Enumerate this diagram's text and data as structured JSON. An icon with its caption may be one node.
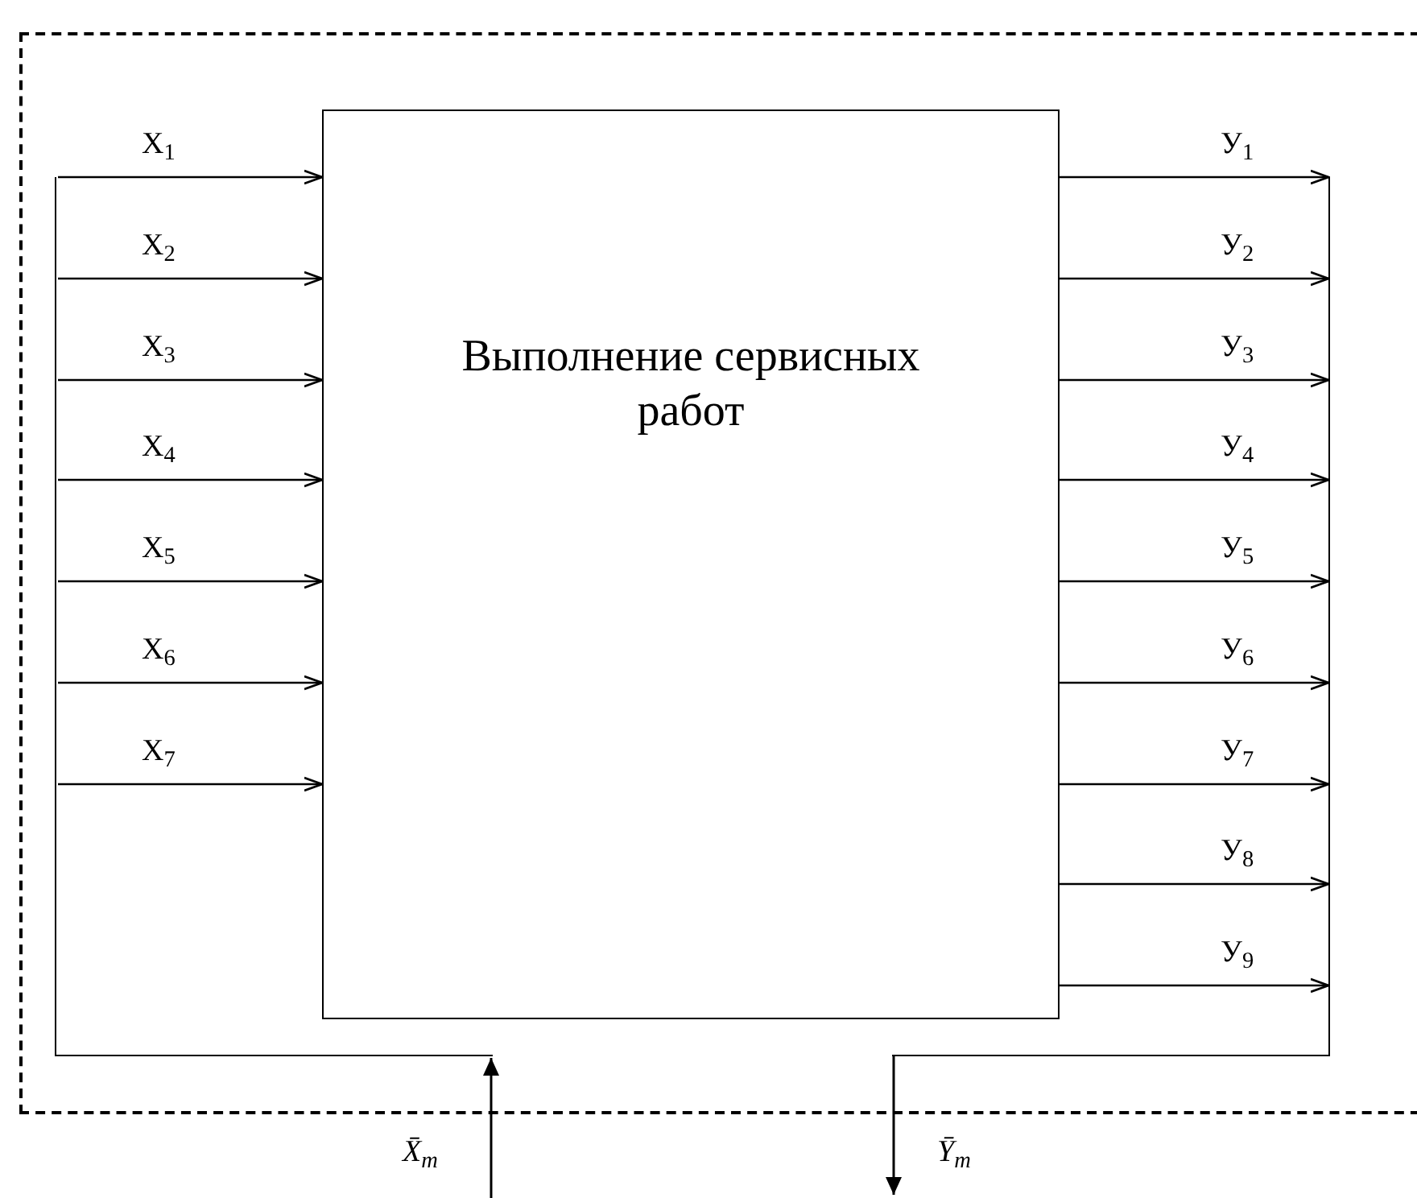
{
  "diagram": {
    "nodes": [
      {
        "text": [],
        "shape": "box"
      },
      {
        "text": [
          "Выполнение сервисных работ"
        ],
        "in": 0
      },
      {
        "text": [],
        "shape": "bar",
        "in": 0
      },
      {
        "text": [],
        "shape": "bar",
        "in": 0
      }
    ],
    "edges": [
      {
        "from": null,
        "to": 2,
        "arrow": "to",
        "label": "X̄$_{m}$"
      },
      {
        "from": 2,
        "to": 1,
        "arrow": "to",
        "label": "X$_{1}$"
      },
      {
        "from": 2,
        "to": 1,
        "arrow": "to",
        "label": "X$_{2}$"
      },
      {
        "from": 2,
        "to": 1,
        "arrow": "to",
        "label": "X$_{3}$"
      },
      {
        "from": 2,
        "to": 1,
        "arrow": "to",
        "label": "X$_{4}$"
      },
      {
        "from": 2,
        "to": 1,
        "arrow": "to",
        "label": "X$_{5}$"
      },
      {
        "from": 2,
        "to": 1,
        "arrow": "to",
        "label": "X$_{6}$"
      },
      {
        "from": 2,
        "to": 1,
        "arrow": "to",
        "label": "X$_{7}$"
      },
      {
        "from": 1,
        "to": 3,
        "arrow": "to",
        "label": "У$_{1}$"
      },
      {
        "from": 1,
        "to": 3,
        "arrow": "to",
        "label": "У$_{2}$"
      },
      {
        "from": 1,
        "to": 3,
        "arrow": "to",
        "label": "У$_{3}$"
      },
      {
        "from": 1,
        "to": 3,
        "arrow": "to",
        "label": "У$_{4}$"
      },
      {
        "from": 1,
        "to": 3,
        "arrow": "to",
        "label": "У$_{5}$"
      },
      {
        "from": 1,
        "to": 3,
        "arrow": "to",
        "label": "У$_{6}$"
      },
      {
        "from": 1,
        "to": 3,
        "arrow": "to",
        "label": "У$_{7}$"
      },
      {
        "from": 1,
        "to": 3,
        "arrow": "to",
        "label": "У$_{8}$"
      },
      {
        "from": 1,
        "to": 3,
        "arrow": "to",
        "label": "У$_{9}$"
      },
      {
        "from": 3,
        "to": null,
        "arrow": "to",
        "label": "Ȳ$_{m}$"
      }
    ]
  }
}
